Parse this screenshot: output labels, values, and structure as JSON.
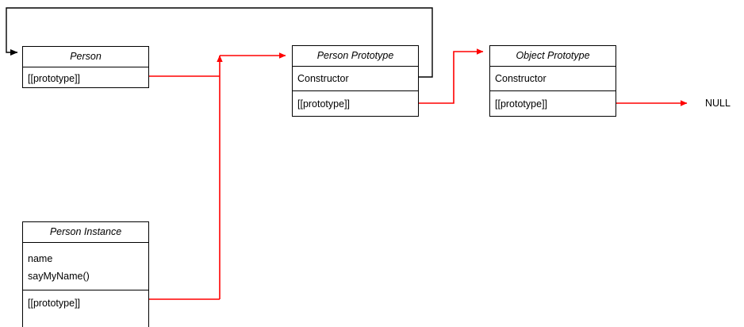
{
  "diagram": {
    "title": "JavaScript prototype chain diagram",
    "background_color": "#ffffff",
    "link_color_prototype": "#ff0000",
    "link_color_constructor": "#000000",
    "boxes": {
      "person": {
        "title": "Person",
        "rows": [
          "[[prototype]]"
        ]
      },
      "person_prototype": {
        "title": "Person Prototype",
        "rows": [
          "Constructor",
          "[[prototype]]"
        ]
      },
      "object_prototype": {
        "title": "Object Prototype",
        "rows": [
          "Constructor",
          "[[prototype]]"
        ]
      },
      "person_instance": {
        "title": "Person Instance",
        "members": [
          "name",
          "sayMyName()"
        ],
        "rows": [
          "[[prototype]]"
        ]
      }
    },
    "labels": {
      "null_end": "NULL"
    }
  }
}
